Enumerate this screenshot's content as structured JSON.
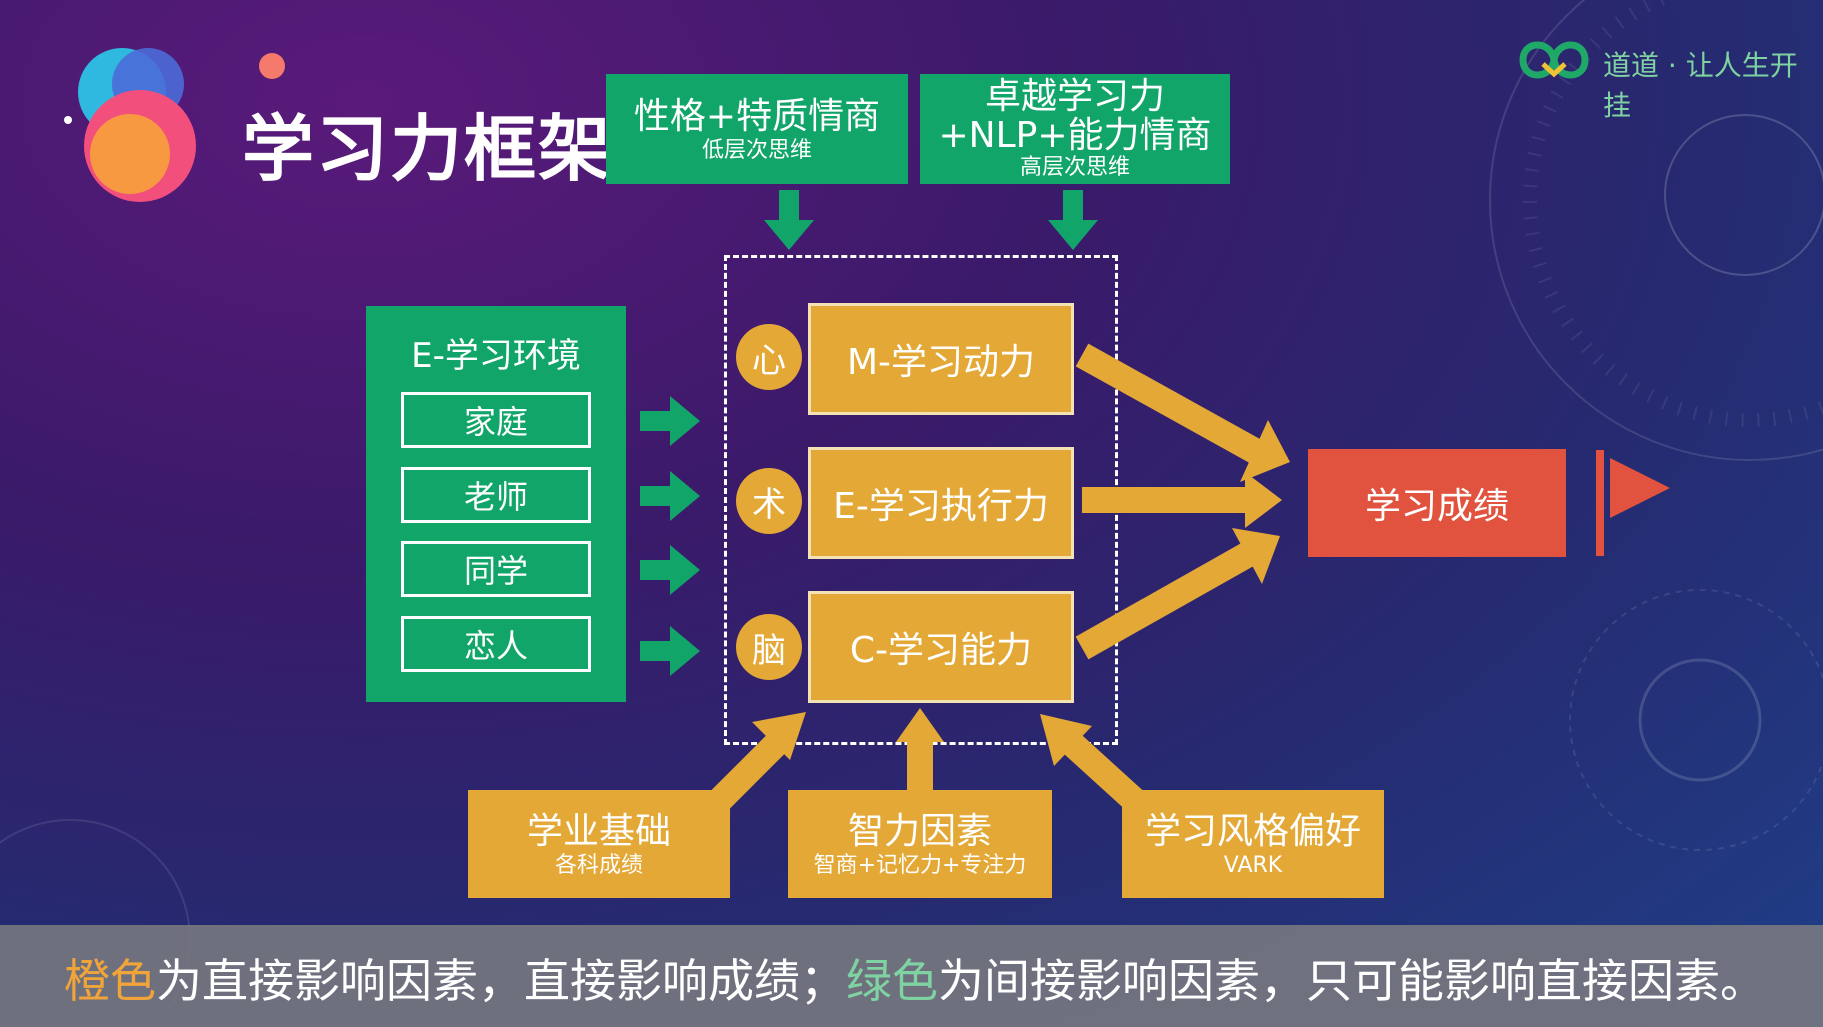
{
  "title": "学习力框架",
  "brand": "道道 · 让人生开挂",
  "top_boxes": [
    {
      "main": "性格+特质情商",
      "sub": "低层次思维"
    },
    {
      "main_line1": "卓越学习力",
      "main_line2": "+NLP+能力情商",
      "sub": "高层次思维"
    }
  ],
  "environment": {
    "heading": "E-学习环境",
    "items": [
      "家庭",
      "老师",
      "同学",
      "恋人"
    ]
  },
  "core": [
    {
      "tag": "心",
      "label": "M-学习动力"
    },
    {
      "tag": "术",
      "label": "E-学习执行力"
    },
    {
      "tag": "脑",
      "label": "C-学习能力"
    }
  ],
  "result": "学习成绩",
  "bottom_boxes": [
    {
      "main": "学业基础",
      "sub": "各科成绩"
    },
    {
      "main": "智力因素",
      "sub": "智商+记忆力+专注力"
    },
    {
      "main": "学习风格偏好",
      "sub": "VARK"
    }
  ],
  "caption": {
    "orange_word": "橙色",
    "part1": "为直接影响因素，直接影响成绩；",
    "green_word": "绿色",
    "part2": "为间接影响因素，只可能影响直接因素。"
  },
  "colors": {
    "green": "#12a56a",
    "orange": "#e3a836",
    "red": "#e1533f",
    "caption_orange": "#f0a43a",
    "caption_green": "#7fd2a2"
  }
}
